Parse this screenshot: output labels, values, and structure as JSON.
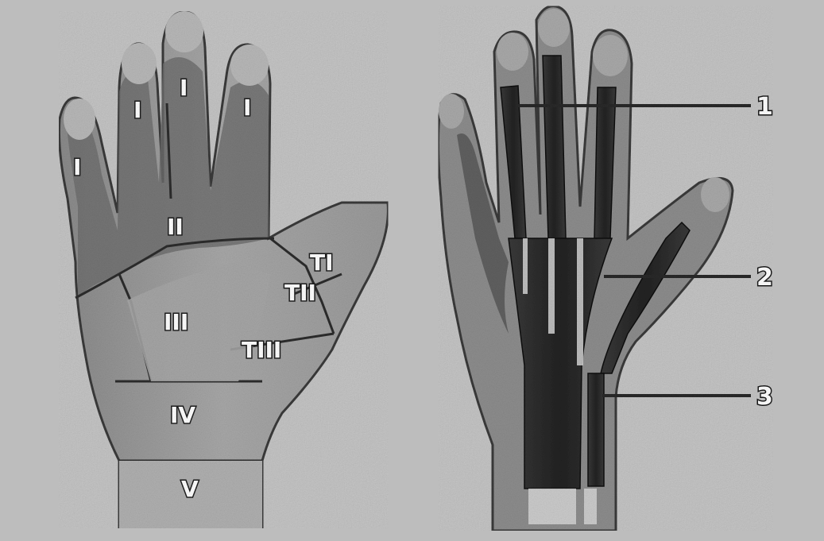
{
  "left_hand": {
    "zones": {
      "finger_little": "I",
      "finger_ring": "I",
      "finger_middle": "I",
      "finger_index": "I",
      "palm_upper": "II",
      "palm_middle": "III",
      "palm_lower": "IV",
      "wrist": "V",
      "thumb_tip": "TI",
      "thumb_middle": "TII",
      "thumb_base": "TIII"
    }
  },
  "right_hand": {
    "callouts": [
      "1",
      "2",
      "3"
    ]
  },
  "colors": {
    "background": "#bdbdbd",
    "hand_light": "#9c9c9c",
    "hand_dark": "#5a5a5a",
    "tendon": "#2a2a2a",
    "nail": "#bfbfbf"
  }
}
